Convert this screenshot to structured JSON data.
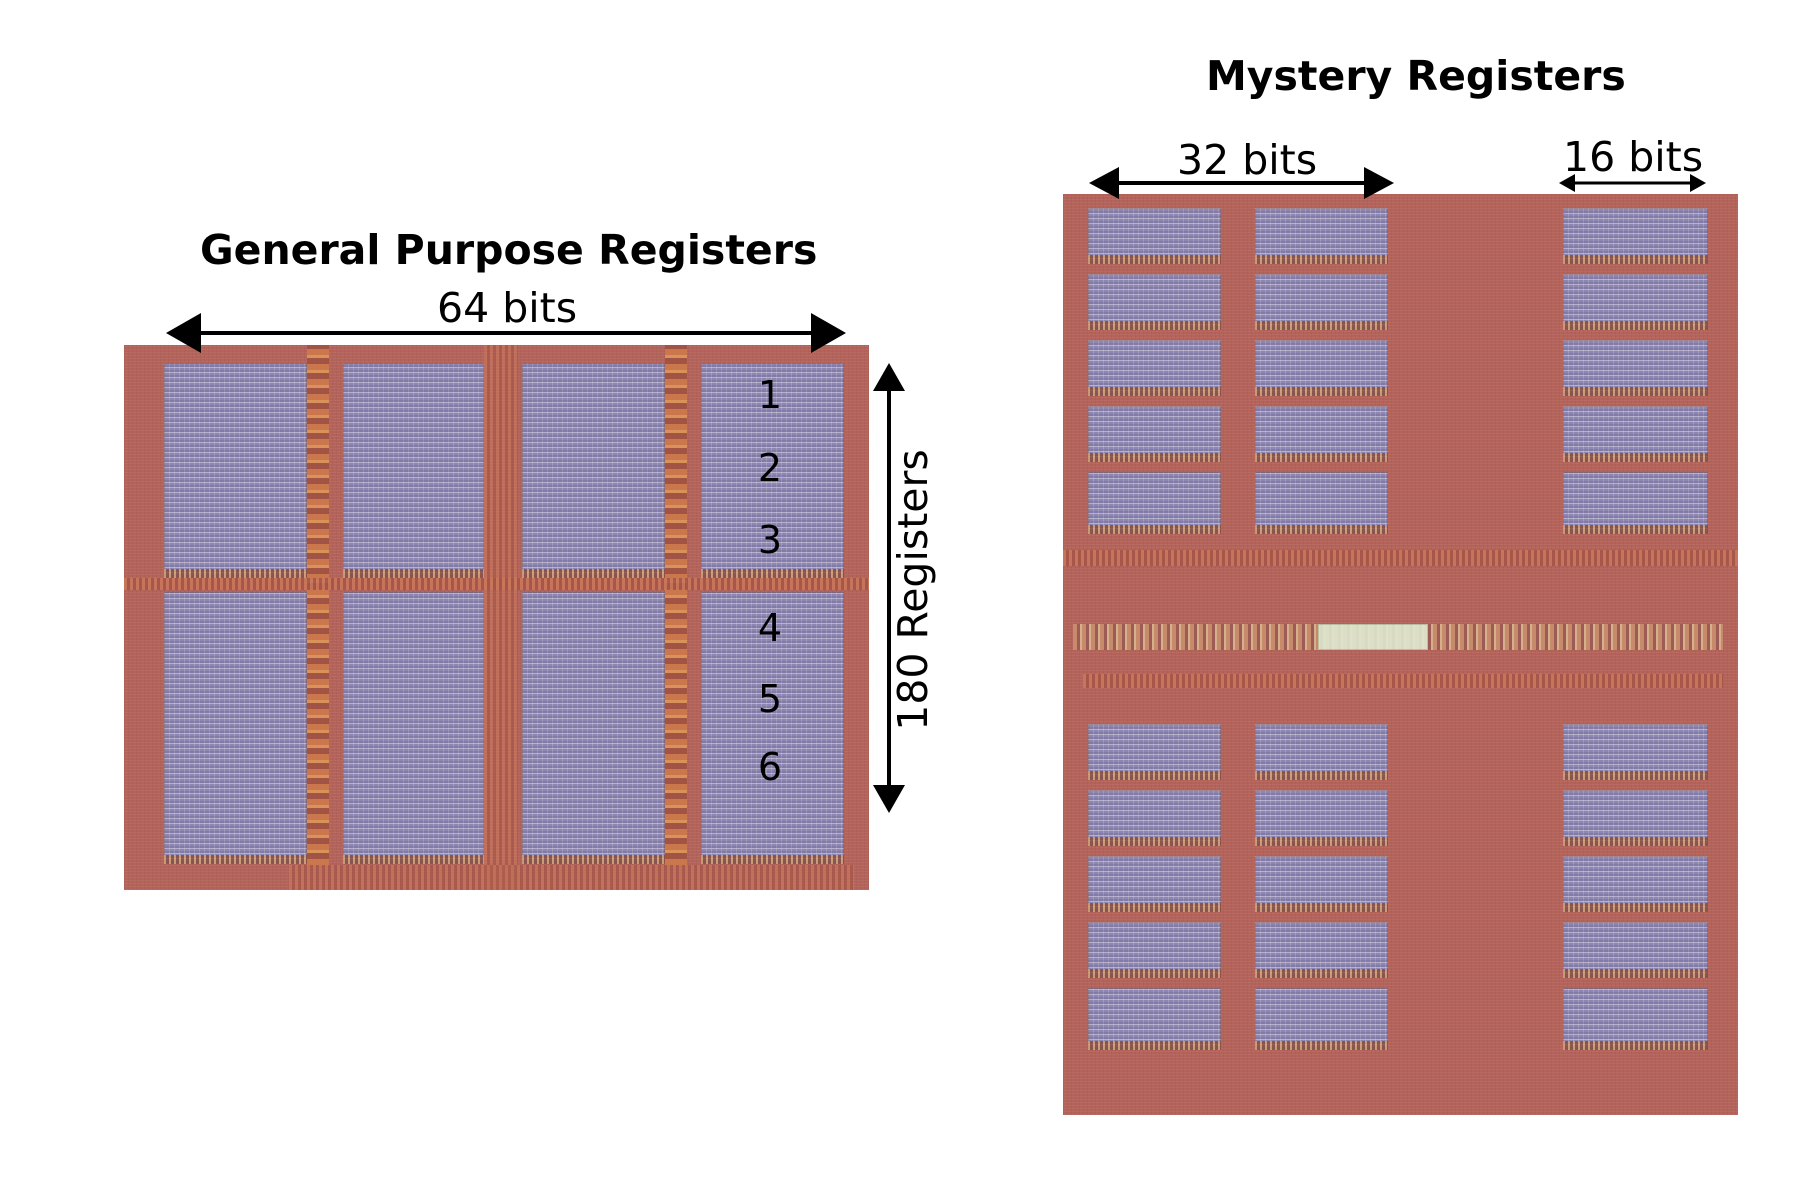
{
  "left_panel": {
    "title": "General Purpose Registers",
    "width_label": "64 bits",
    "height_label": "180 Registers",
    "row_numbers": [
      "1",
      "2",
      "3",
      "4",
      "5",
      "6"
    ]
  },
  "right_panel": {
    "title": "Mystery Registers",
    "width_label_left": "32 bits",
    "width_label_right": "16 bits"
  },
  "colors": {
    "die_background": "#b4635a",
    "register_cells": "#8c86b0",
    "arrows": "#000000"
  }
}
